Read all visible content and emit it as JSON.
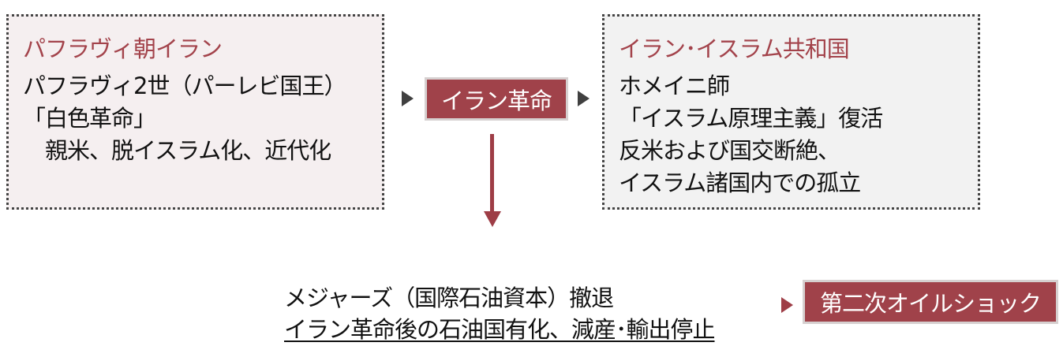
{
  "left_box": {
    "title": "パフラヴィ朝イラン",
    "lines": [
      "パフラヴィ2世（パーレビ国王）",
      "「白色革命」",
      "　親米、脱イスラム化、近代化"
    ]
  },
  "center_label": "イラン革命",
  "right_box": {
    "title": "イラン･イスラム共和国",
    "lines": [
      "ホメイニ師",
      "「イスラム原理主義」復活",
      "反米および国交断絶、",
      "イスラム諸国内での孤立"
    ]
  },
  "bottom": {
    "line1": "メジャーズ（国際石油資本）撤退",
    "line2": "イラン革命後の石油国有化、減産･輸出停止"
  },
  "result_label": "第二次オイルショック",
  "colors": {
    "accent": "#a0424a",
    "left_bg": "#f5eff0",
    "right_bg": "#f2f2f2"
  }
}
